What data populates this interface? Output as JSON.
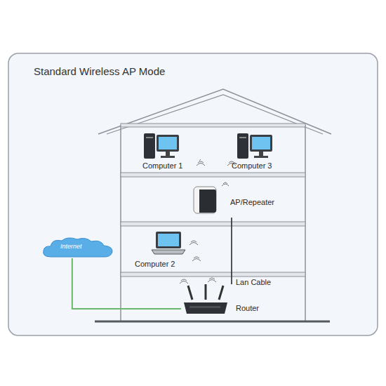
{
  "diagram": {
    "title": "Standard Wireless AP Mode",
    "nodes": [
      {
        "text": [
          "Computer 1"
        ]
      },
      {
        "text": [
          "Computer 3"
        ]
      },
      {
        "text": [
          "AP/Repeater"
        ]
      },
      {
        "text": [
          "Internet"
        ]
      },
      {
        "text": [
          "Computer 2"
        ]
      },
      {
        "text": [
          "Router"
        ]
      }
    ],
    "edges": [
      {
        "from": 2,
        "to": 5,
        "label": "Lan Cable",
        "arrow": "none"
      },
      {
        "from": 3,
        "to": 5,
        "arrow": "none"
      }
    ]
  }
}
